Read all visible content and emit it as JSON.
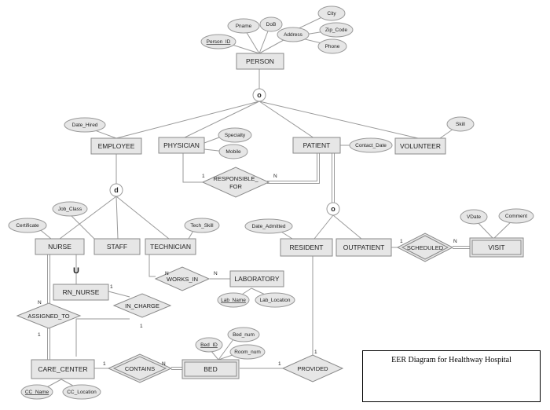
{
  "diagram_title": "EER Diagram for Healthway Hospital",
  "entities": {
    "person": "PERSON",
    "employee": "EMPLOYEE",
    "physician": "PHYSICIAN",
    "patient": "PATIENT",
    "volunteer": "VOLUNTEER",
    "nurse": "NURSE",
    "staff": "STAFF",
    "technician": "TECHNICIAN",
    "resident": "RESIDENT",
    "outpatient": "OUTPATIENT",
    "visit": "VISIT",
    "rn_nurse": "RN_NURSE",
    "laboratory": "LABORATORY",
    "care_center": "CARE_CENTER",
    "bed": "BED"
  },
  "relationships": {
    "responsible_l1": "RESPONSIBLE_",
    "responsible_l2": "FOR",
    "works_in": "WORKS_IN",
    "in_charge": "IN_CHARGE",
    "assigned_to": "ASSIGNED_TO",
    "scheduled": "SCHEDULED",
    "contains": "CONTAINS",
    "provided": "PROVIDED"
  },
  "attributes": {
    "pname": "Pname",
    "dob": "DoB",
    "address": "Address",
    "city": "City",
    "zip_code": "Zip_Code",
    "phone": "Phone",
    "person_id": "Person_ID",
    "date_hired": "Date_Hired",
    "specialty": "Specialty",
    "mobile": "Mobile",
    "contact_date": "Contact_Date",
    "skill": "Skill",
    "job_class": "Job_Class",
    "certificate": "Certificate",
    "tech_skill": "Tech_Skill",
    "date_admitted": "Date_Admitted",
    "vdate": "VDate",
    "comment": "Comment",
    "lab_name": "Lab_Name",
    "lab_location": "Lab_Location",
    "bed_id": "Bed_ID",
    "bed_num": "Bed_num",
    "room_num": "Room_num",
    "cc_name": "CC_Name",
    "cc_location": "CC_Location"
  },
  "symbols": {
    "overlap_top": "o",
    "disjoint": "d",
    "overlap_patient": "o",
    "subset": "U"
  },
  "cardinalities": {
    "responsible_phys": "1",
    "responsible_pat": "N",
    "works_tech": "N",
    "works_lab": "N",
    "in_charge_rn": "1",
    "in_charge_cc": "1",
    "assigned_nurse": "N",
    "assigned_cc": "1",
    "scheduled_out": "1",
    "scheduled_visit": "N",
    "contains_cc": "1",
    "contains_bed": "N",
    "provided_bed": "1",
    "provided_res": "1"
  }
}
